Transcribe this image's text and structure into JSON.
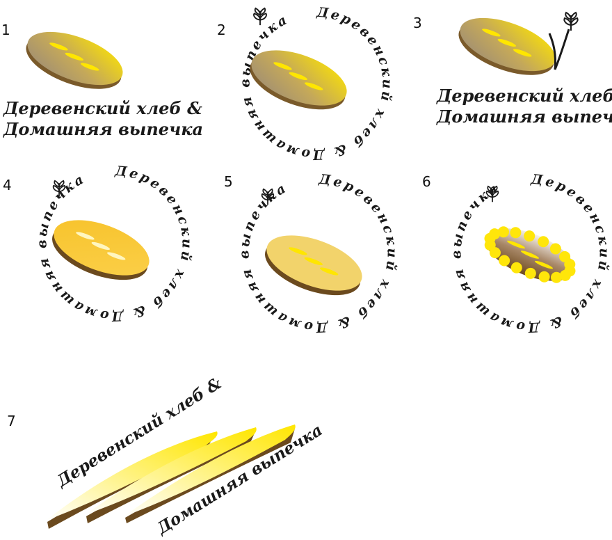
{
  "logo_line1": "Деревенский хлеб &",
  "logo_line2": "Домашняя выпечка",
  "ring_text": "Деревенский хлеб & Домашняя выпечка",
  "variants": [
    {
      "label": "1"
    },
    {
      "label": "2"
    },
    {
      "label": "3"
    },
    {
      "label": "4"
    },
    {
      "label": "5"
    },
    {
      "label": "6"
    },
    {
      "label": "7"
    }
  ],
  "icons": [
    "wheat-icon",
    "loaf-icon",
    "baguette-icon"
  ],
  "colors": {
    "yellow": "#ffe600",
    "crust_brown": "#7a5a2a",
    "grey_brown": "#a48f74",
    "gold": "#f6c12e",
    "pale_gold": "#f2d36b",
    "dots": "#ffe60a",
    "text": "#1a1a1a"
  }
}
